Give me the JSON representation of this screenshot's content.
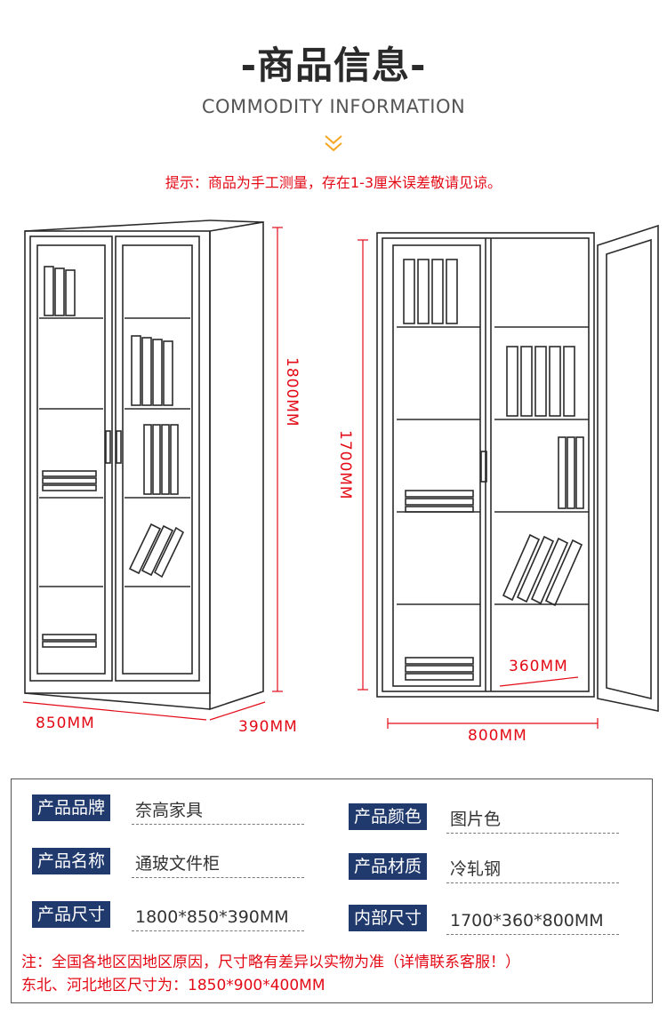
{
  "header": {
    "title": "-商品信息-",
    "subtitle": "COMMODITY INFORMATION",
    "tip": "提示：商品为手工测量，存在1-3厘米误差敬请见谅。"
  },
  "colors": {
    "accent": "#e30a16",
    "label_bg": "#213a6e",
    "chevron": "#f5a623"
  },
  "icons": {
    "down_chevron": "double-chevron-down-icon"
  },
  "dimensions": {
    "left_height": "1800MM",
    "left_width": "850MM",
    "left_depth": "390MM",
    "right_height": "1700MM",
    "right_depth": "360MM",
    "right_width": "800MM"
  },
  "specs": [
    {
      "label": "产品品牌",
      "value": "奈高家具"
    },
    {
      "label": "产品颜色",
      "value": "图片色"
    },
    {
      "label": "产品名称",
      "value": "通玻文件柜"
    },
    {
      "label": "产品材质",
      "value": "冷轧钢"
    },
    {
      "label": "产品尺寸",
      "value": "1800*850*390MM"
    },
    {
      "label": "内部尺寸",
      "value": "1700*360*800MM"
    }
  ],
  "notes": [
    "注：全国各地区因地区原因，尺寸略有差异以实物为准（详情联系客服！）",
    "东北、河北地区尺寸为：1850*900*400MM"
  ]
}
